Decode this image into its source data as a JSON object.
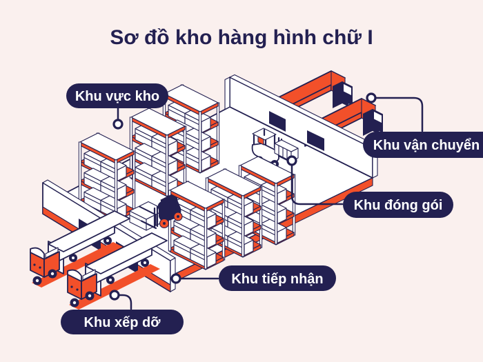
{
  "title": "Sơ đồ kho hàng hình chữ I",
  "colors": {
    "background": "#FAF0EE",
    "navy": "#232051",
    "orange": "#F2502A",
    "white": "#FFFFFF"
  },
  "labels": [
    {
      "id": "khu-vuc-kho",
      "text": "Khu vực kho"
    },
    {
      "id": "khu-van-chuyen",
      "text": "Khu vận chuyển"
    },
    {
      "id": "khu-dong-goi",
      "text": "Khu đóng gói"
    },
    {
      "id": "khu-tiep-nhan",
      "text": "Khu tiếp nhận"
    },
    {
      "id": "khu-xep-do",
      "text": "Khu xếp dỡ"
    }
  ],
  "diagram": {
    "type": "isometric-warehouse",
    "shape": "I",
    "objects": {
      "storage_racks": 6,
      "forklifts": 2,
      "shipping_trucks": 2,
      "loading_trucks": 2,
      "ne_wall_dock_doors": 2,
      "sw_wall_dock_doors": 2
    }
  }
}
